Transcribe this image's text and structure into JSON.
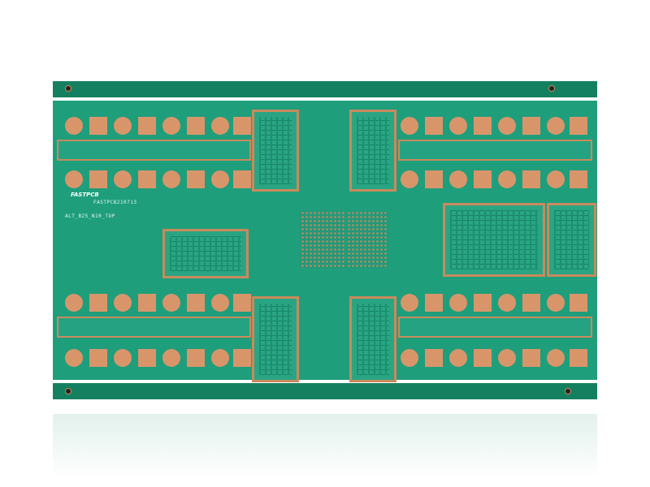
{
  "board": {
    "logo": "FASTPCB",
    "serial": "FASTPCB210713",
    "layer_label": "ALT_B25_N10_TOP",
    "colors": {
      "soldermask": "#1f9e7c",
      "copper": "#d9956a"
    }
  }
}
